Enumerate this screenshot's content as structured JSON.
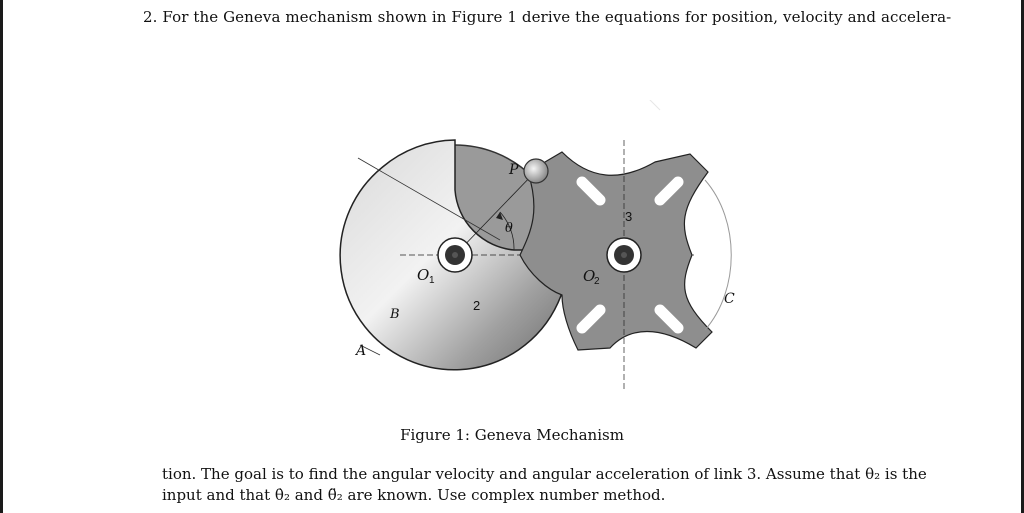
{
  "problem": {
    "line1": "2.  For the Geneva mechanism shown in Figure 1 derive the equations for position, velocity and accelera-",
    "line2": "tion.  The goal is to find the angular velocity and angular acceleration of link 3.  Assume that θ₂ is the",
    "line3": "input and that θ̇₂ and θ̈₂ are known.  Use complex number method."
  },
  "figure": {
    "caption": "Figure 1:  Geneva Mechanism",
    "labels": {
      "P": "P",
      "theta": "θ",
      "O1": "O",
      "O1_sub": "1",
      "O2": "O",
      "O2_sub": "2",
      "link2": "2",
      "link3": "3",
      "A": "A",
      "B": "B",
      "C": "C"
    },
    "colors": {
      "wheel_light": "#eeeeee",
      "wheel_dark": "#6e6e6e",
      "geneva": "#8a8a8a",
      "hub": "#333333"
    }
  }
}
